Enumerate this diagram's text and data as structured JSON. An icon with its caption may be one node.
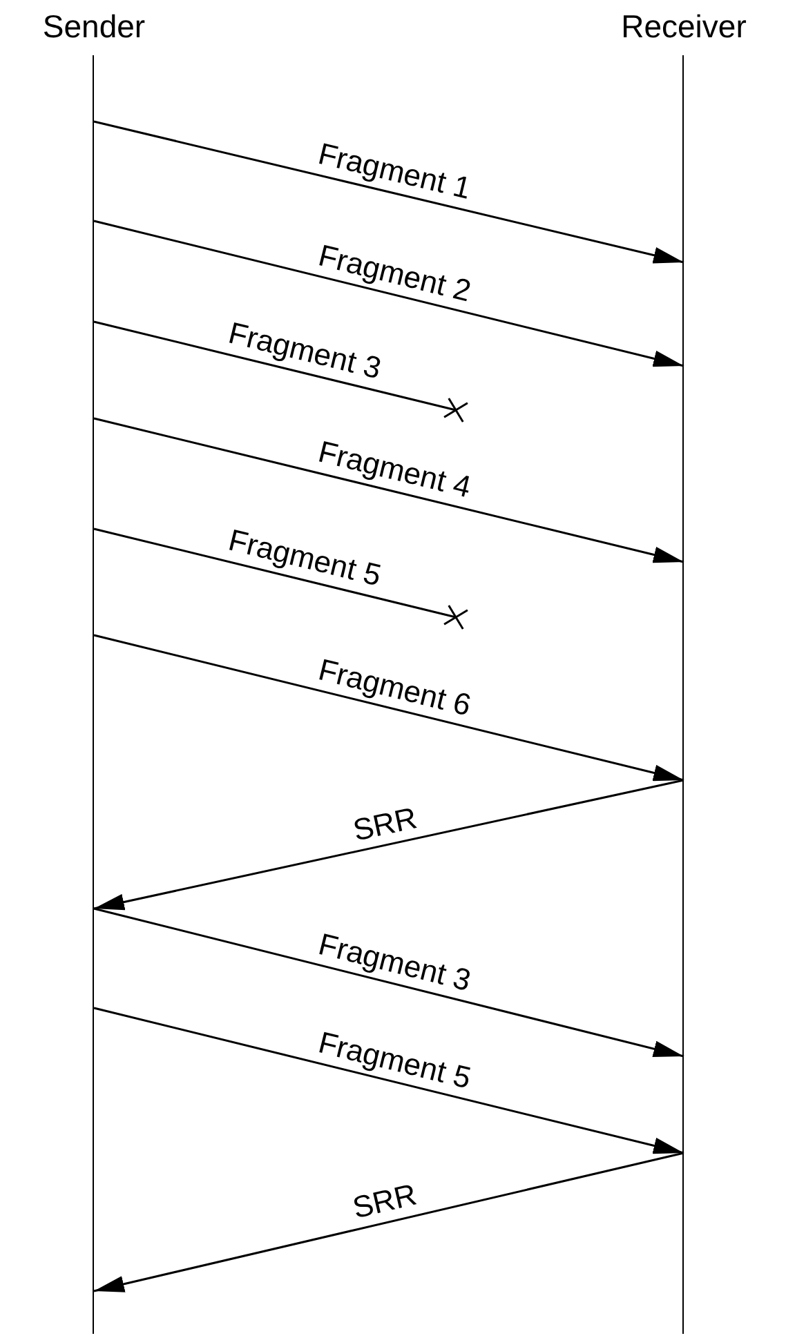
{
  "diagram": {
    "nodes": [
      {
        "text": [
          "Sender"
        ]
      },
      {
        "text": [
          "Receiver"
        ]
      }
    ],
    "edges": [
      {
        "from": 0,
        "to": 1,
        "arrow": "to",
        "label": "Fragment 1"
      },
      {
        "from": 0,
        "to": 1,
        "arrow": "to",
        "label": "Fragment 2"
      },
      {
        "from": 0,
        "to": null,
        "arrow": "other",
        "label": "Fragment 3"
      },
      {
        "from": 0,
        "to": 1,
        "arrow": "to",
        "label": "Fragment 4"
      },
      {
        "from": 0,
        "to": null,
        "arrow": "other",
        "label": "Fragment 5"
      },
      {
        "from": 0,
        "to": 1,
        "arrow": "to",
        "label": "Fragment 6"
      },
      {
        "from": 1,
        "to": 0,
        "arrow": "to",
        "label": "SRR"
      },
      {
        "from": 0,
        "to": 1,
        "arrow": "to",
        "label": "Fragment 3"
      },
      {
        "from": 0,
        "to": 1,
        "arrow": "to",
        "label": "Fragment 5"
      },
      {
        "from": 1,
        "to": 0,
        "arrow": "to",
        "label": "SRR"
      }
    ]
  }
}
